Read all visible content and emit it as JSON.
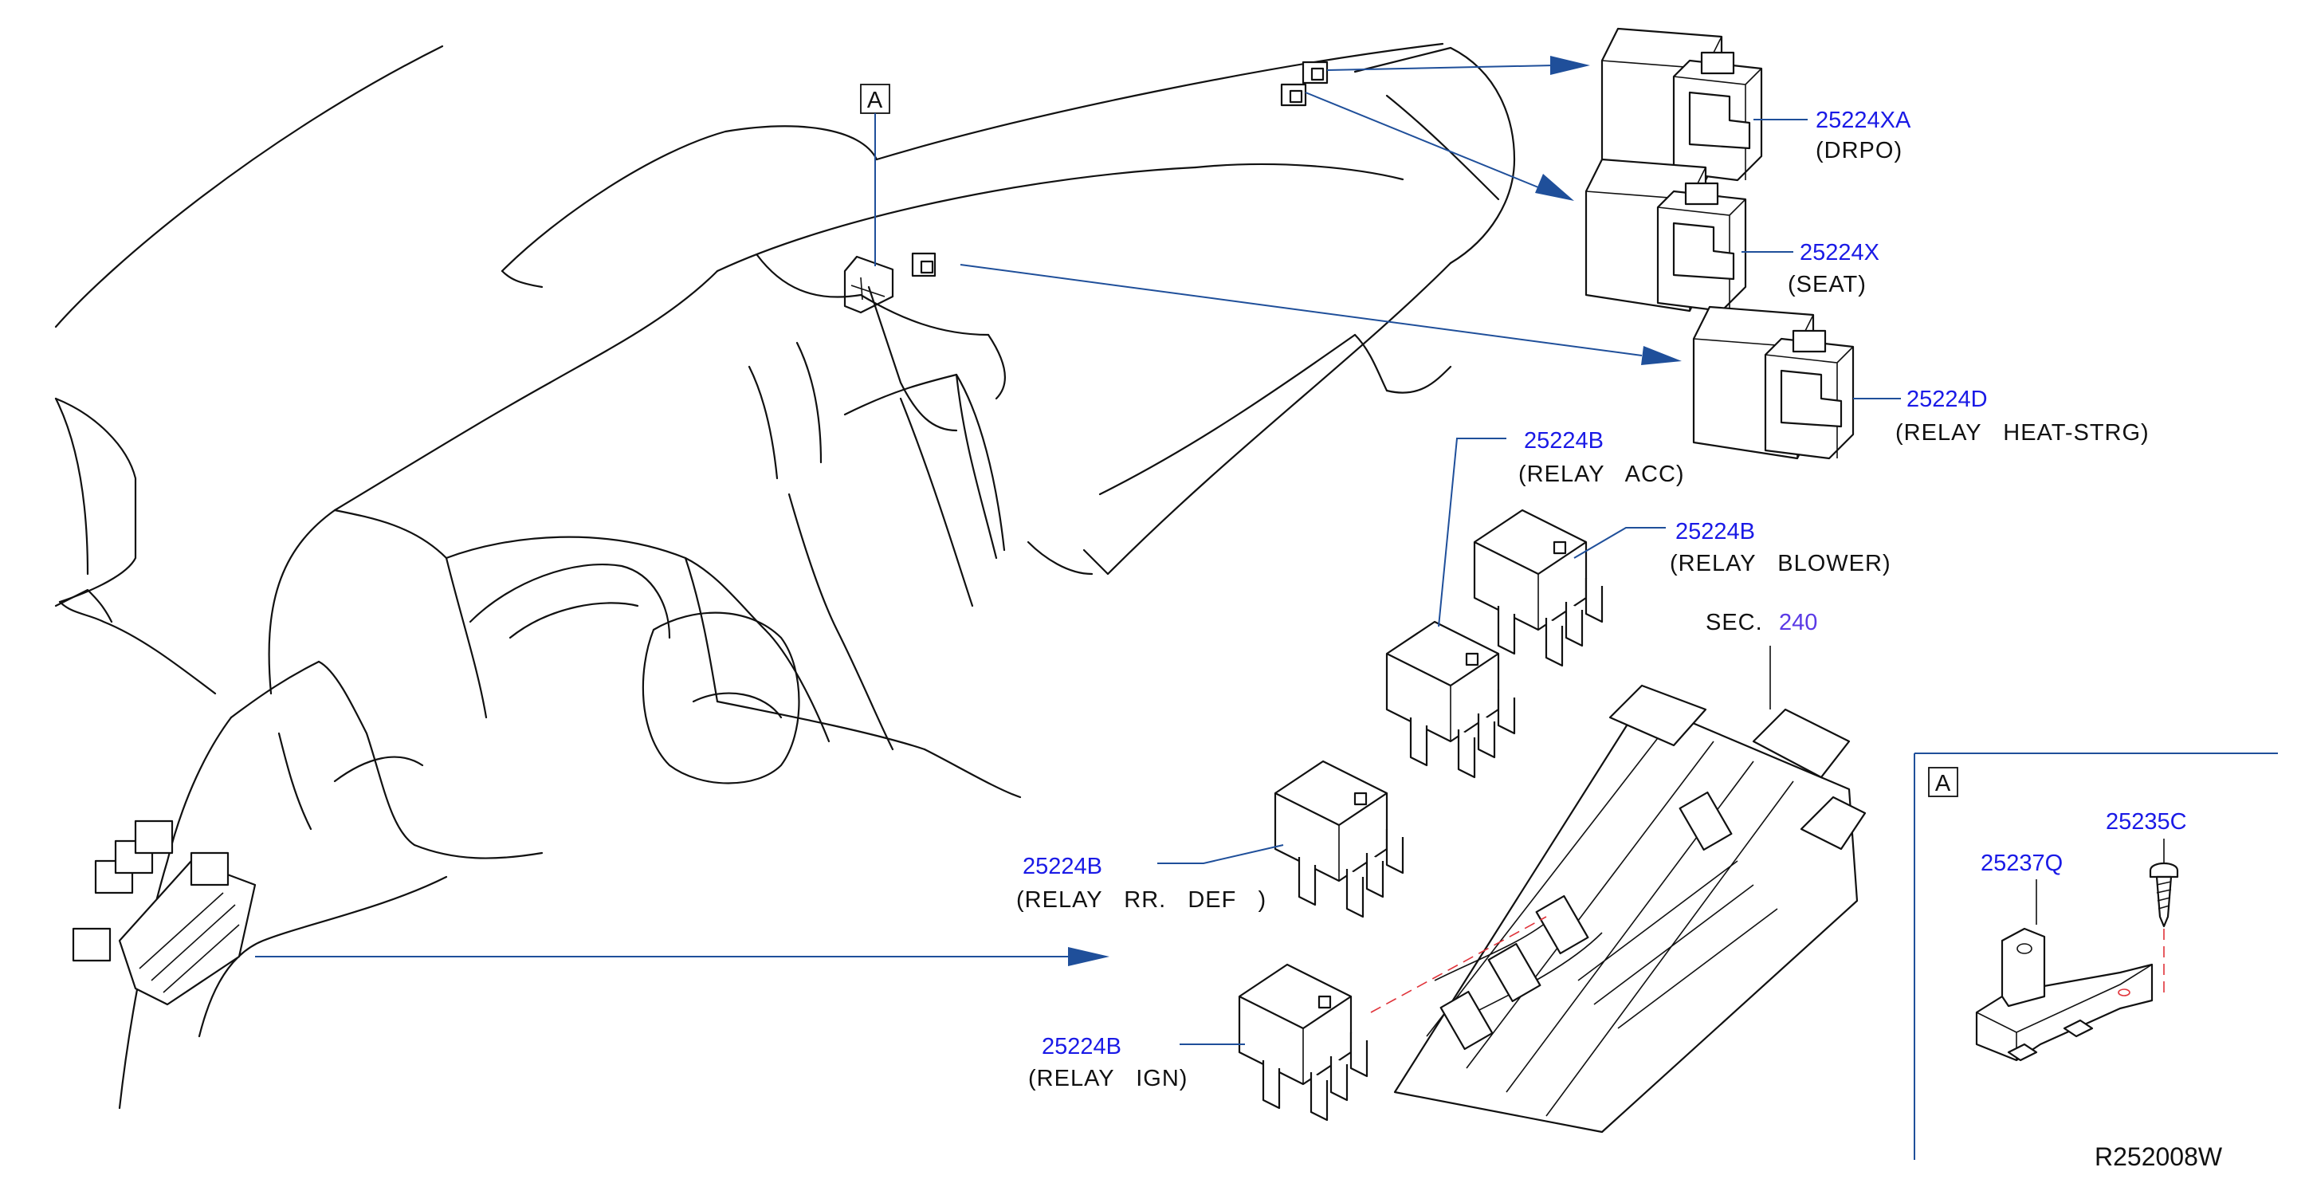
{
  "diagram": {
    "callout_a": "A",
    "inset": {
      "tag": "A"
    },
    "section_ref": {
      "prefix": "SEC.",
      "number": "240"
    },
    "diagram_code": "R252008W",
    "colors": {
      "part_number": "#1a1ae6",
      "leader": "#1f4f9a",
      "section_number": "#5a3ae6",
      "centerline": "#e0333a"
    },
    "parts": [
      {
        "number": "25224XA",
        "description": "(DRPO)"
      },
      {
        "number": "25224X",
        "description": "(SEAT)"
      },
      {
        "number": "25224D",
        "description": "(RELAY   HEAT-STRG)"
      },
      {
        "number": "25224B",
        "description": "(RELAY   ACC)"
      },
      {
        "number": "25224B",
        "description": "(RELAY   BLOWER)"
      },
      {
        "number": "25224B",
        "description": "(RELAY   RR.   DEF   )"
      },
      {
        "number": "25224B",
        "description": "(RELAY   IGN)"
      },
      {
        "number": "25237Q",
        "description": ""
      },
      {
        "number": "25235C",
        "description": ""
      }
    ]
  }
}
